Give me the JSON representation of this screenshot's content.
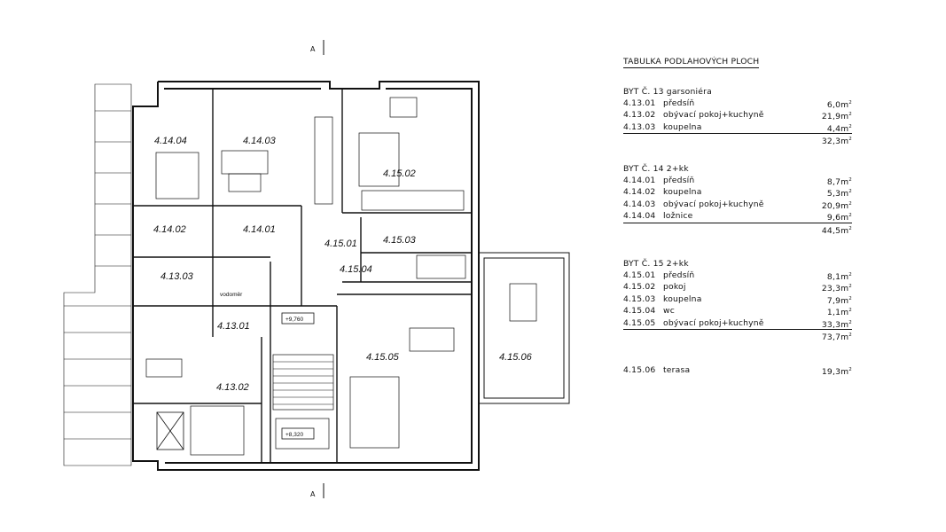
{
  "plan": {
    "rooms": [
      {
        "id": "4.14.04"
      },
      {
        "id": "4.14.03"
      },
      {
        "id": "4.15.02"
      },
      {
        "id": "4.14.02"
      },
      {
        "id": "4.14.01"
      },
      {
        "id": "4.15.01"
      },
      {
        "id": "4.15.03"
      },
      {
        "id": "4.15.04"
      },
      {
        "id": "4.13.03"
      },
      {
        "id": "4.13.01"
      },
      {
        "id": "4.15.05"
      },
      {
        "id": "4.15.06"
      },
      {
        "id": "4.13.02"
      }
    ],
    "level_top": "+9,760",
    "level_bottom": "+8,320",
    "section_mark": "A",
    "small_note": "vodoměr"
  },
  "table": {
    "title": "TABULKA PODLAHOVÝCH PLOCH",
    "area_unit": "m",
    "apartments": [
      {
        "header": "BYT Č. 13 garsoniéra",
        "rows": [
          {
            "code": "4.13.01",
            "name": "předsíň",
            "area": "6,0"
          },
          {
            "code": "4.13.02",
            "name": "obývací pokoj+kuchyně",
            "area": "21,9"
          },
          {
            "code": "4.13.03",
            "name": "koupelna",
            "area": "4,4"
          }
        ],
        "total": "32,3"
      },
      {
        "header": "BYT Č. 14 2+kk",
        "rows": [
          {
            "code": "4.14.01",
            "name": "předsíň",
            "area": "8,7"
          },
          {
            "code": "4.14.02",
            "name": "koupelna",
            "area": "5,3"
          },
          {
            "code": "4.14.03",
            "name": "obývací pokoj+kuchyně",
            "area": "20,9"
          },
          {
            "code": "4.14.04",
            "name": "ložnice",
            "area": "9,6"
          }
        ],
        "total": "44,5"
      },
      {
        "header": "BYT Č. 15 2+kk",
        "rows": [
          {
            "code": "4.15.01",
            "name": "předsíň",
            "area": "8,1"
          },
          {
            "code": "4.15.02",
            "name": "pokoj",
            "area": "23,3"
          },
          {
            "code": "4.15.03",
            "name": "koupelna",
            "area": "7,9"
          },
          {
            "code": "4.15.04",
            "name": "wc",
            "area": "1,1"
          },
          {
            "code": "4.15.05",
            "name": "obývací pokoj+kuchyně",
            "area": "33,3"
          }
        ],
        "total": "73,7"
      }
    ],
    "terrace": {
      "code": "4.15.06",
      "name": "terasa",
      "area": "19,3"
    }
  }
}
